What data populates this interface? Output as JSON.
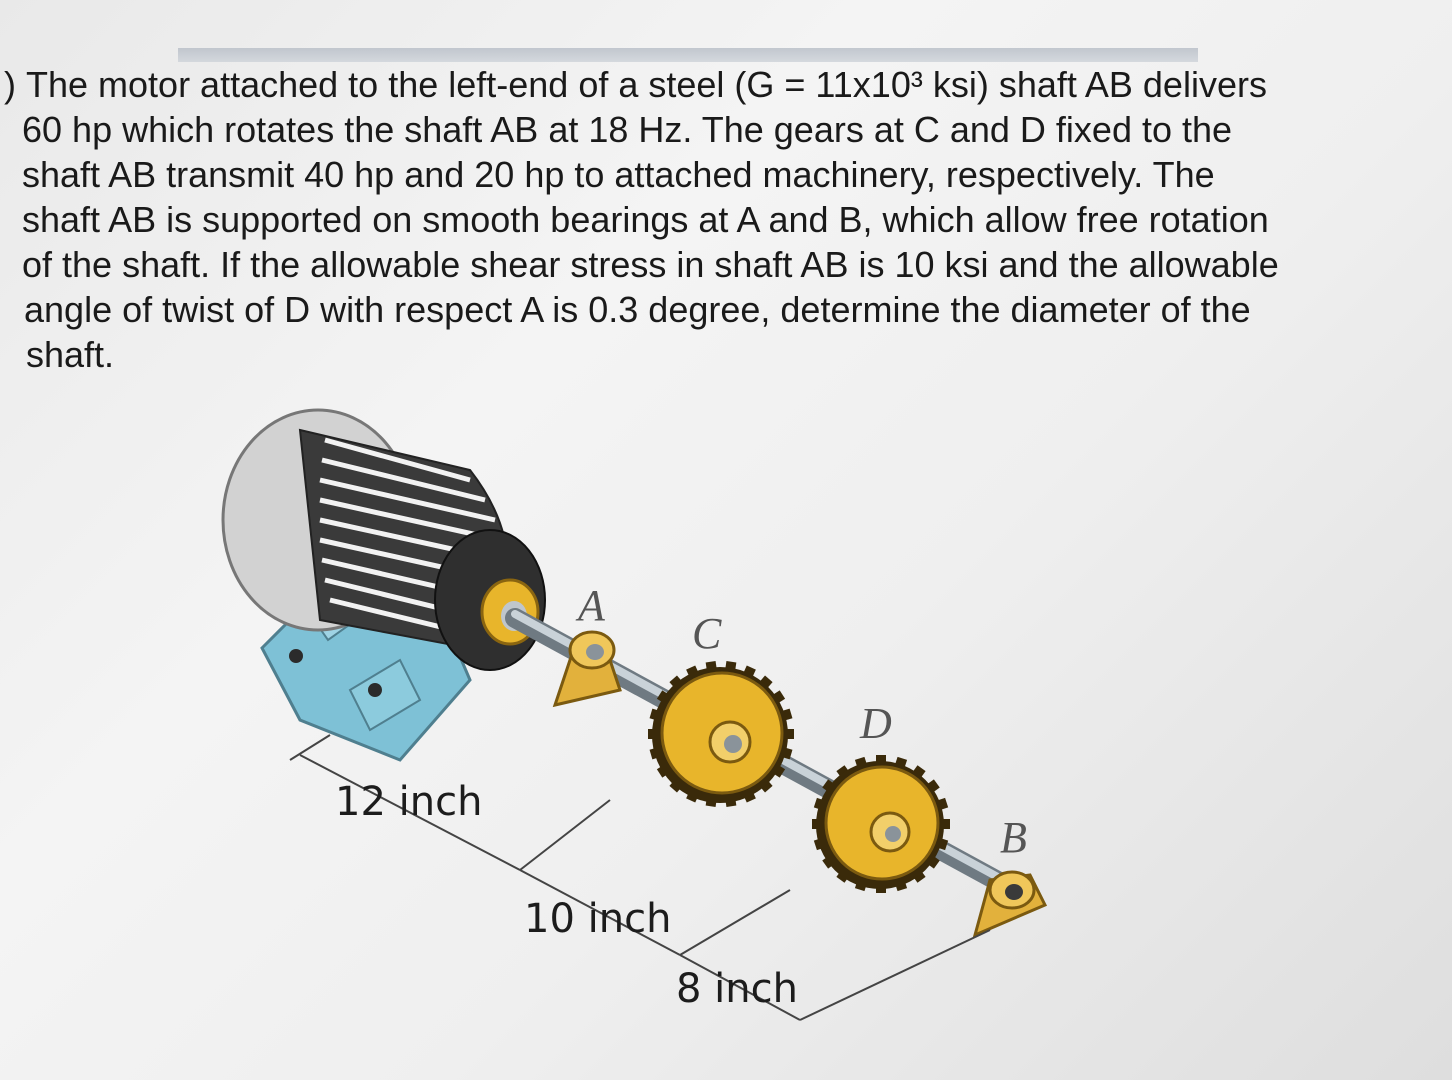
{
  "problem": {
    "marker": ")",
    "lines": [
      "The motor attached to the left-end of a steel (G = 11x10³ ksi) shaft AB delivers",
      "60 hp which rotates the shaft AB at 18 Hz.  The gears at C and D fixed to the",
      "shaft AB transmit 40 hp and 20 hp to attached machinery, respectively.  The",
      "shaft AB is supported on smooth bearings at A and B, which allow free rotation",
      "of the shaft. If the allowable shear stress in shaft AB is 10 ksi and the allowable",
      "angle of twist of D with respect A is 0.3 degree, determine the diameter of the",
      "shaft."
    ]
  },
  "figure": {
    "labels": {
      "a": "A",
      "b": "B",
      "c": "C",
      "d": "D"
    },
    "dimensions": {
      "d1": "12 inch",
      "d2": "10 inch",
      "d3": "8 inch"
    },
    "colors": {
      "gear": "#e8b52b",
      "bearing": "#e2b13c",
      "motor_base": "#7ec1d6",
      "motor_body": "#c9c9c9",
      "shaft": "#a9b3bb"
    }
  }
}
